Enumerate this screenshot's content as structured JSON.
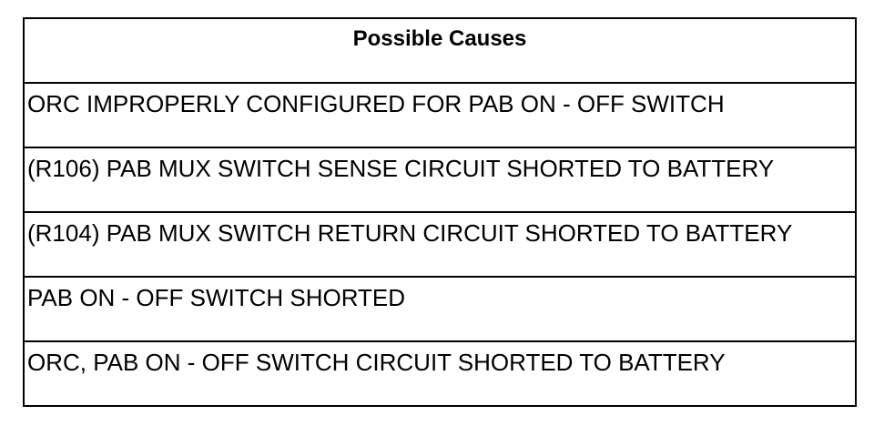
{
  "table": {
    "header": "Possible Causes",
    "rows": [
      "ORC IMPROPERLY CONFIGURED FOR PAB ON - OFF SWITCH",
      "(R106) PAB MUX SWITCH SENSE CIRCUIT SHORTED TO BATTERY",
      "(R104) PAB MUX SWITCH RETURN CIRCUIT SHORTED TO BATTERY",
      "PAB ON - OFF SWITCH SHORTED",
      "ORC, PAB ON - OFF SWITCH CIRCUIT SHORTED TO BATTERY"
    ]
  }
}
